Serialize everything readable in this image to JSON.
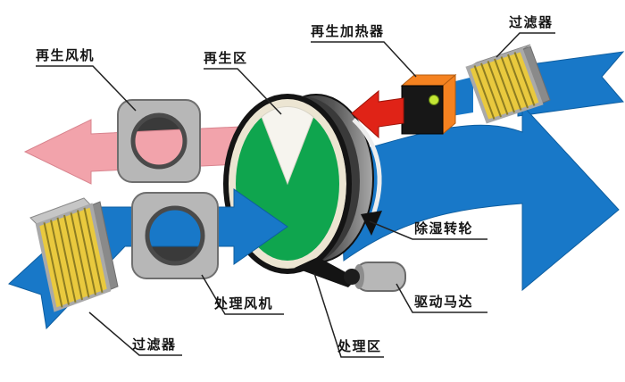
{
  "diagram": {
    "labels": {
      "regen_fan": "再生风机",
      "regen_zone": "再生区",
      "regen_heater": "再生加热器",
      "filter_top": "过滤器",
      "dehumidifier_wheel": "除湿转轮",
      "drive_motor": "驱动马达",
      "process_zone": "处理区",
      "process_fan": "处理风机",
      "filter_bottom": "过滤器"
    },
    "colors": {
      "process_air_blue": "#1878c8",
      "regen_exhaust_pink": "#f2a3ab",
      "hot_air_red": "#e02317",
      "wheel_green": "#0fa54e",
      "wheel_rim_cream": "#ece5d2",
      "wheel_sector_white": "#f6f4ee",
      "heater_orange": "#f58220",
      "heater_front_black": "#171717",
      "indicator_green": "#c3e634",
      "filter_yellow": "#e9c93e",
      "metal_gray": "#b7b7b7",
      "background": "#ffffff"
    }
  }
}
